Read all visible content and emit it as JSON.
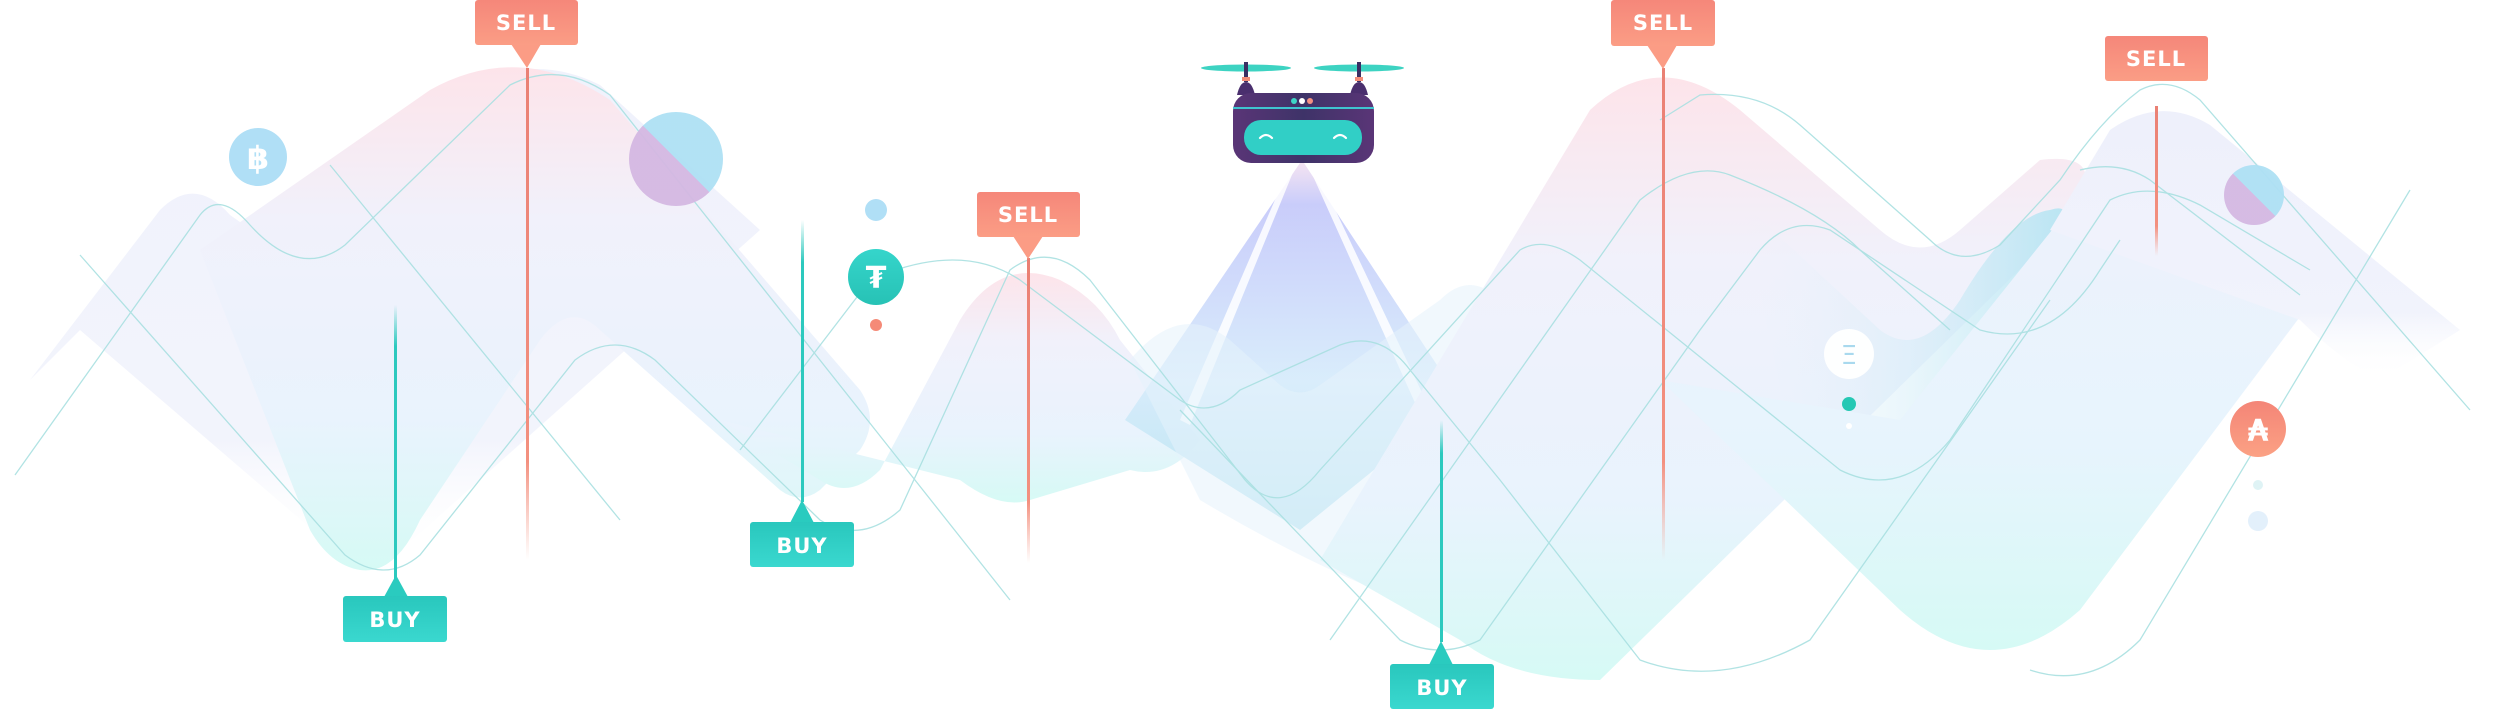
{
  "scene": {
    "description": "Crypto trading illustration with wave chart, buy/sell markers and a drone",
    "colors": {
      "sell": "#f7897a",
      "sell_light": "#fa9e84",
      "buy": "#2ccbc0",
      "buy_light": "#36d6cd",
      "wave_pink": "#fde6ec",
      "wave_lavender": "#eef1fc",
      "wave_mint": "#d8fbf6",
      "wave_cyan": "#b6e5f2",
      "outline": "#a8dfe0",
      "drone_body": "#4a2f6e",
      "drone_screen": "#33d1c8",
      "beam": "#c4c9fa",
      "bubble_blue": "#b2e0f7",
      "bubble_purple": "#d3b9e3",
      "coin_teal": "#2ec8bd",
      "coin_coral": "#f58c78"
    }
  },
  "markers": {
    "sell": [
      {
        "label": "SELL"
      },
      {
        "label": "SELL"
      },
      {
        "label": "SELL"
      },
      {
        "label": "SELL"
      }
    ],
    "buy": [
      {
        "label": "BUY"
      },
      {
        "label": "BUY"
      },
      {
        "label": "BUY"
      }
    ]
  },
  "coins": {
    "bitcoin": {
      "symbol": "฿",
      "name": "bitcoin"
    },
    "tether": {
      "symbol": "₮",
      "name": "tether"
    },
    "ethereum": {
      "symbol": "Ξ",
      "name": "ethereum"
    },
    "austral": {
      "symbol": "₳",
      "name": "austral"
    }
  }
}
